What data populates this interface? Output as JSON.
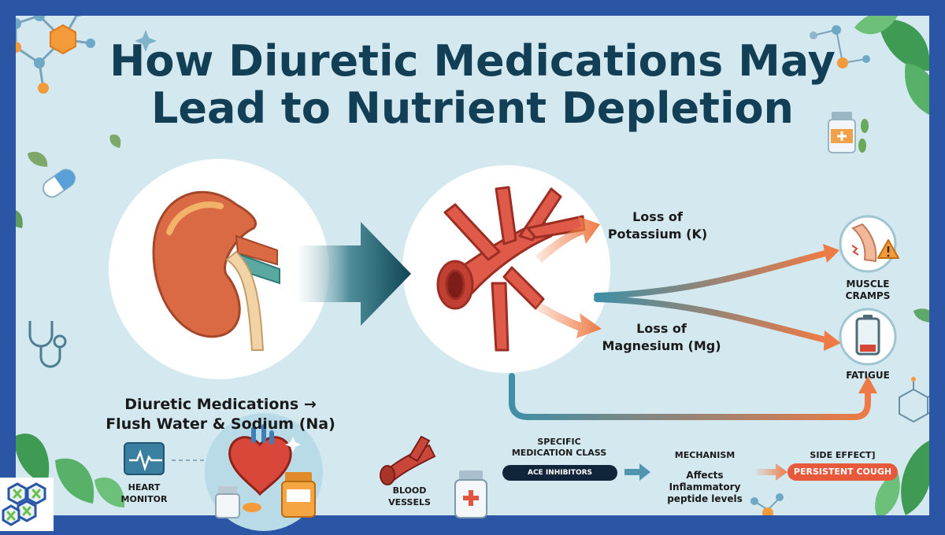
{
  "title": {
    "line1": "How Diuretic Medications May",
    "line2": "Lead to Nutrient Depletion"
  },
  "flow": {
    "loss_potassium": [
      "Loss of",
      "Potassium (K)"
    ],
    "loss_magnesium": [
      "Loss of",
      "Magnesium (Mg)"
    ],
    "muscle_cramps": [
      "MUSCLE",
      "CRAMPS"
    ],
    "fatigue": "FATIGUE",
    "diuretic_caption": [
      "Diuretic Medications →",
      "Flush Water & Sodium (Na)"
    ]
  },
  "bottom": {
    "heart_monitor": [
      "HEART",
      "MONITOR"
    ],
    "blood_vessels": [
      "BLOOD",
      "VESSELS"
    ],
    "medication_class_header": [
      "SPECIFIC",
      "MEDICATION CLASS"
    ],
    "medication_class_value": "ACE INHIBITORS",
    "mechanism_header": "MECHANISM",
    "mechanism_value": [
      "Affects",
      "Inflammatory",
      "peptide levels"
    ],
    "side_effect_header": "SIDE EFFECT]",
    "side_effect_value": "PERSISTENT COUGH"
  },
  "colors": {
    "frame": "#2b55a5",
    "background": "#d3e8ef",
    "title": "#123f55",
    "arrow_orange": "#ee7a45",
    "arrow_teal": "#3f8fa6",
    "kidney": "#d96a43",
    "vessel": "#e05a4a"
  },
  "icons": [
    "kidney-icon",
    "blood-vessel-icon",
    "leg-cramp-icon",
    "warning-icon",
    "low-battery-icon",
    "heart-monitor-icon",
    "heart-icon",
    "pill-bottle-icon",
    "capsule-icon",
    "stethoscope-icon",
    "molecule-icon",
    "leaf-icon",
    "logo-icon"
  ]
}
